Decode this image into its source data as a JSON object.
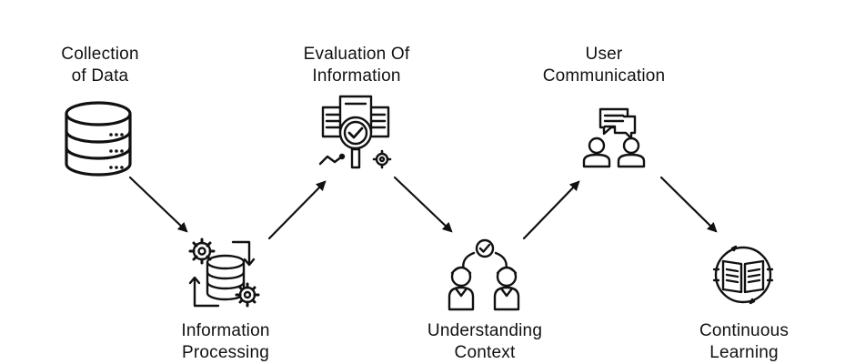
{
  "steps": [
    {
      "line1": "Collection",
      "line2": "of Data",
      "icon": "database-icon"
    },
    {
      "line1": "Information",
      "line2": "Processing",
      "icon": "data-processing-icon"
    },
    {
      "line1": "Evaluation Of",
      "line2": "Information",
      "icon": "evaluation-icon"
    },
    {
      "line1": "Understanding",
      "line2": "Context",
      "icon": "understanding-context-icon"
    },
    {
      "line1": "User",
      "line2": "Communication",
      "icon": "user-communication-icon"
    },
    {
      "line1": "Continuous",
      "line2": "Learning",
      "icon": "continuous-learning-icon"
    }
  ],
  "colors": {
    "ink": "#111111",
    "background": "#ffffff"
  }
}
